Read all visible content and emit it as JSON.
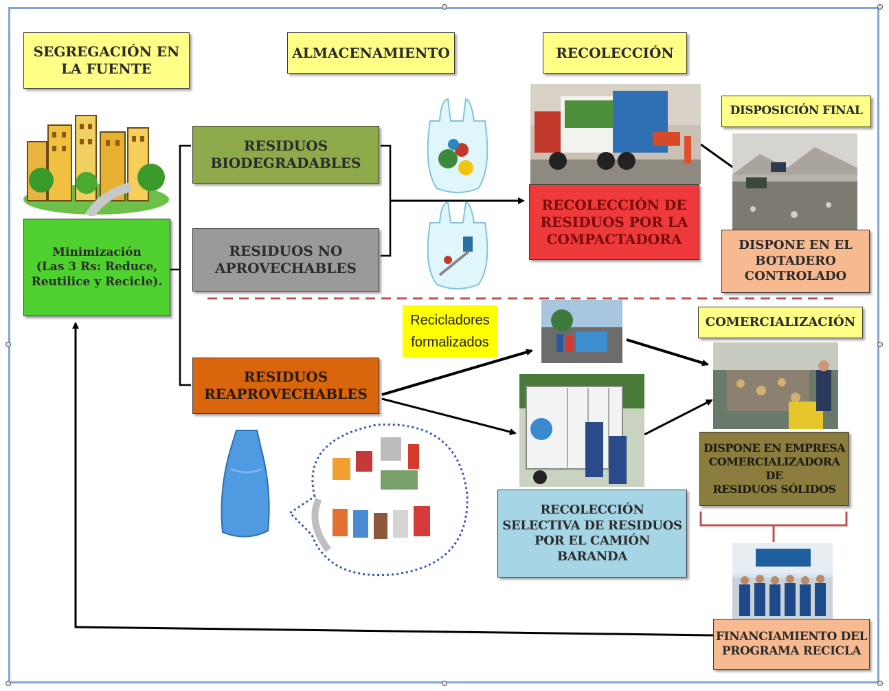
{
  "headers": {
    "segregacion": "SEGREGACIÓN EN\nLA FUENTE",
    "almacenamiento": "ALMACENAMIENTO",
    "recoleccion": "RECOLECCIÓN",
    "disposicion_final": "DISPOSICIÓN FINAL",
    "comercializacion": "COMERCIALIZACIÓN"
  },
  "boxes": {
    "minimizacion": "Minimización\n(Las 3 Rs: Reduce,\nReutilice y Recicle).",
    "biodegradables": "RESIDUOS\nBIODEGRADABLES",
    "no_aprovechables": "RESIDUOS NO\nAPROVECHABLES",
    "reaprovechables": "RESIDUOS\nREAPROVECHABLES",
    "compactadora": "RECOLECCIÓN DE\nRESIDUOS POR LA\nCOMPACTADORA",
    "botadero": "DISPONE EN EL\nBOTADERO\nCONTROLADO",
    "recicladores": "Recicladores\nformalizados",
    "camion_baranda": "RECOLECCIÓN\nSELECTIVA DE RESIDUOS\nPOR EL CAMIÓN\nBARANDA",
    "empresa": "DISPONE EN EMPRESA\nCOMERCIALIZADORA DE\nRESIDUOS SÓLIDOS",
    "financiamiento": "FINANCIAMIENTO DEL\nPROGRAMA RECICLA"
  },
  "colors": {
    "yellow": "#ffff88",
    "green": "#4fd12f",
    "olive": "#8faa4a",
    "gray": "#9a9a9a",
    "orange": "#d9650c",
    "red": "#ee3a3a",
    "peach": "#f7b990",
    "blue": "#a6d6e6",
    "khaki": "#8b7d3e",
    "bright_yellow": "#ffff00",
    "divider": "#c0504d"
  },
  "icons": {
    "city": "city-illustration-icon",
    "bag_organic": "organic-waste-bag-icon",
    "bag_general": "general-waste-bag-icon",
    "truck": "compactor-truck-photo",
    "landfill": "landfill-photo",
    "recyclers": "recyclers-photo",
    "plant": "sorting-plant-photo",
    "baranda": "baranda-truck-photo",
    "team": "team-photo",
    "blue_bag": "blue-sack-icon",
    "recyclables": "recyclables-bubble-icon"
  }
}
